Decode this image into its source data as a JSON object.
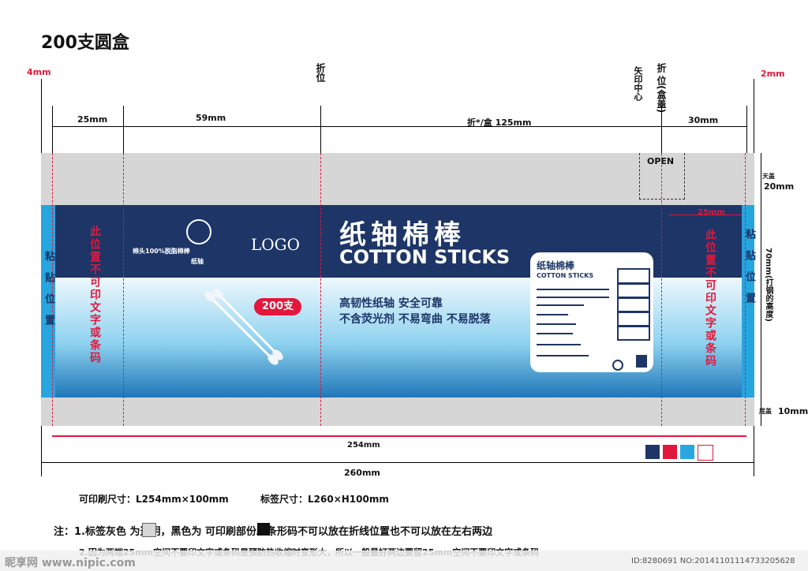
{
  "title": "200支圆盒",
  "dims": {
    "left_bleed": "4mm",
    "right_bleed": "2mm",
    "glue_left": "25mm",
    "panel_front": "59mm",
    "panel_back": "折*/盒 125mm",
    "glue_right": "30mm",
    "top_flap": "20mm",
    "top_flap_label": "天盖",
    "side_height": "70mm(打钢的高度)",
    "bottom_flap": "10mm",
    "bottom_flap_label": "底盖",
    "printable_width": "254mm",
    "total_width": "260mm",
    "inner_25mm": "25mm"
  },
  "fold_labels": {
    "fold_left": "折位",
    "fold_right": "折 位(盒盖)",
    "fold_right_2": "矢印中心",
    "open": "OPEN"
  },
  "label": {
    "cn_title": "纸轴棉棒",
    "en_title": "COTTON STICKS",
    "tagline1": "高韧性纸轴 安全可靠",
    "tagline2": "不含荧光剂 不易弯曲 不易脱落",
    "logo": "LOGO",
    "count_badge": "200支",
    "emblem_text": "棉头100%脱脂棉棒",
    "emblem_text2": "纸轴",
    "card_title": "纸轴棉棒",
    "card_sub": "COTTON STICKS",
    "no_print_left": "此位置不可印文字或条码",
    "no_print_right": "此位置不可印文字或条码",
    "glue_left": "粘贴位置",
    "glue_right": "粘贴位置"
  },
  "notes": {
    "size_print": "可印刷尺寸：L254mm×100mm",
    "size_label": "标签尺寸：L260×H100mm",
    "note1": "注：1.标签灰色   为透明，黑色为   可印刷部份。条形码不可以放在折线位置也不可以放在左右两边",
    "note2": "2.因为两端25mm空间不要印文字或条码是预防热收缩时变形大，所以一般最好两边要留25mm空间不要印文字或条码"
  },
  "colors": {
    "navy": "#1d3567",
    "red": "#e3173b",
    "cyan": "#28a7e1",
    "outline": "#e3173b"
  },
  "footer": {
    "watermark": "昵享网 www.nipic.com",
    "id_text": "ID:8280691 NO:20141101114733205628"
  }
}
